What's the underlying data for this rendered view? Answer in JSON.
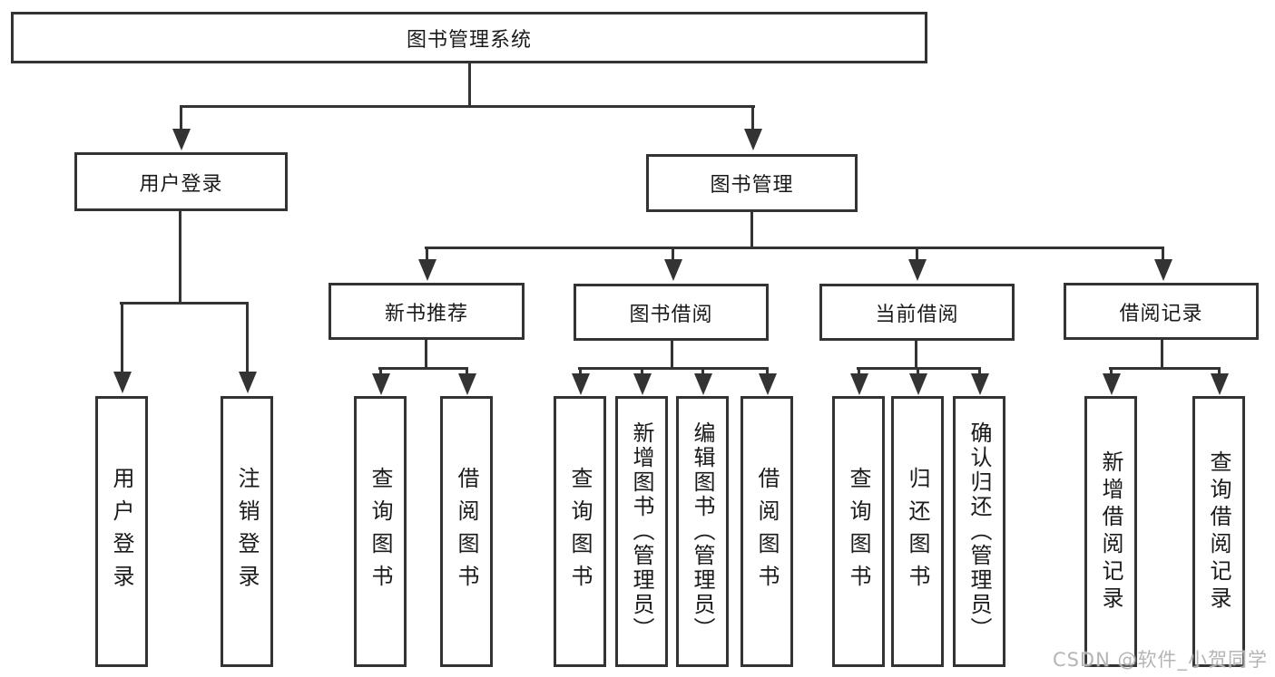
{
  "colors": {
    "line": "#333333",
    "text": "#1a1a1a",
    "watermark": "#b5b5b5",
    "background": "#ffffff"
  },
  "watermark": {
    "text": "CSDN @软件_小贺同学"
  },
  "tree": {
    "root": {
      "label": "图书管理系统"
    },
    "branches": [
      {
        "label": "用户登录",
        "children": [
          {
            "label": "用户登录"
          },
          {
            "label": "注销登录"
          }
        ]
      },
      {
        "label": "图书管理",
        "children": [
          {
            "label": "新书推荐",
            "children": [
              {
                "label": "查询图书"
              },
              {
                "label": "借阅图书"
              }
            ]
          },
          {
            "label": "图书借阅",
            "children": [
              {
                "label": "查询图书"
              },
              {
                "label": "新增图书（管理员）"
              },
              {
                "label": "编辑图书（管理员）"
              },
              {
                "label": "借阅图书"
              }
            ]
          },
          {
            "label": "当前借阅",
            "children": [
              {
                "label": "查询图书"
              },
              {
                "label": "归还图书"
              },
              {
                "label": "确认归还（管理员）"
              }
            ]
          },
          {
            "label": "借阅记录",
            "children": [
              {
                "label": "新增借阅记录"
              },
              {
                "label": "查询借阅记录"
              }
            ]
          }
        ]
      }
    ]
  }
}
